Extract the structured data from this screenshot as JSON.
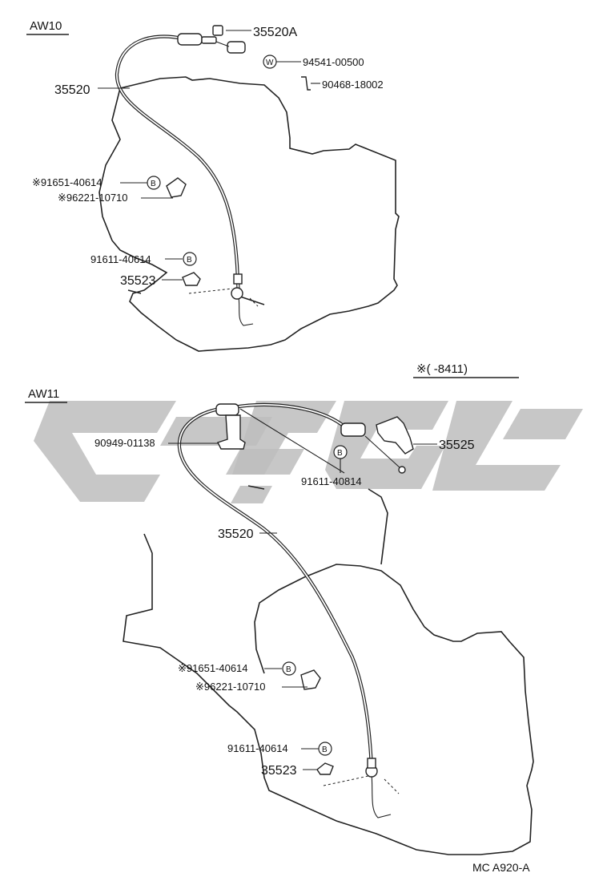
{
  "sections": {
    "aw10": "AW10",
    "aw11": "AW11",
    "note": "※(      -8411)"
  },
  "badges": {
    "bolt": "B",
    "washer": "W"
  },
  "aw10_labels": {
    "p35520A": "35520A",
    "p94541": "94541-00500",
    "p90468": "90468-18002",
    "p35520": "35520",
    "p91651": "※91651-40614",
    "p96221": "※96221-10710",
    "p91611": "91611-40614",
    "p35523": "35523"
  },
  "aw11_labels": {
    "p90949": "90949-01138",
    "p35525": "35525",
    "p91611b": "91611-40814",
    "p35520": "35520",
    "p91651": "※91651-40614",
    "p96221": "※96221-10710",
    "p91611": "91611-40614",
    "p35523": "35523"
  },
  "footer": {
    "code": "MC  A920-A"
  },
  "watermark_color": "#bdbdbd"
}
